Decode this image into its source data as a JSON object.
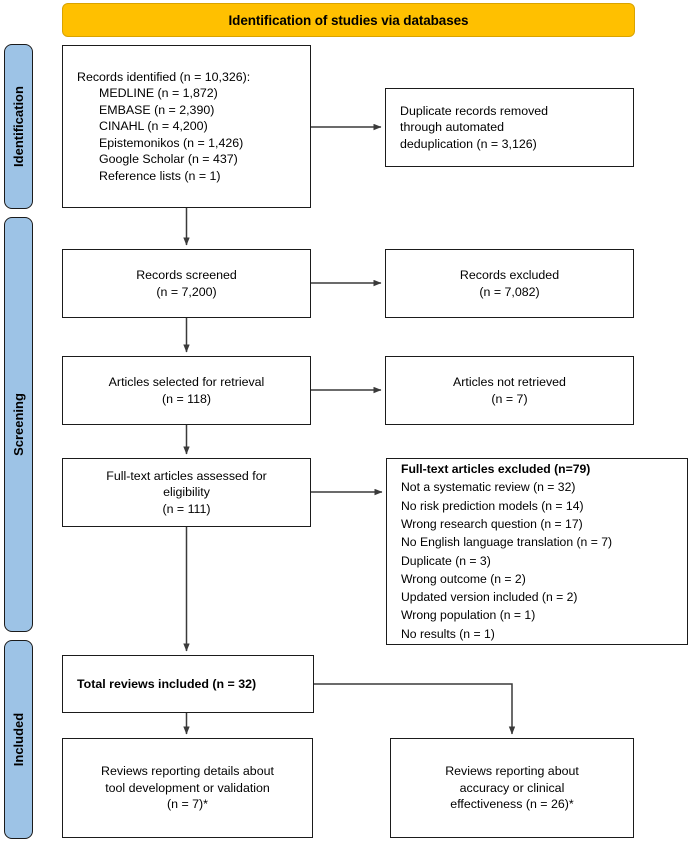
{
  "banner": {
    "title": "Identification of studies via databases",
    "color": "#FFC000"
  },
  "rails": {
    "color": "#9DC3E6",
    "items": [
      {
        "label": "Identification"
      },
      {
        "label": "Screening"
      },
      {
        "label": "Included"
      }
    ]
  },
  "boxes": {
    "identified": {
      "lines": [
        "Records identified (n = 10,326):",
        "MEDLINE (n = 1,872)",
        "EMBASE (n = 2,390)",
        "CINAHL (n = 4,200)",
        "Epistemonikos (n = 1,426)",
        "Google Scholar (n = 437)",
        "Reference lists (n = 1)"
      ]
    },
    "duplicates": {
      "lines": [
        "Duplicate records removed",
        "through automated",
        "deduplication (n = 3,126)"
      ]
    },
    "screened": {
      "lines": [
        "Records screened",
        "(n = 7,200)"
      ]
    },
    "records_excluded": {
      "lines": [
        "Records excluded",
        "(n = 7,082)"
      ]
    },
    "selected": {
      "lines": [
        "Articles selected for retrieval",
        "(n = 118)"
      ]
    },
    "not_retrieved": {
      "lines": [
        "Articles not retrieved",
        "(n = 7)"
      ]
    },
    "fulltext_assessed": {
      "lines": [
        "Full-text articles assessed for",
        "eligibility",
        "(n = 111)"
      ]
    },
    "fulltext_excluded": {
      "heading": "Full-text articles excluded (n=79)",
      "reasons": [
        "Not a systematic review (n = 32)",
        "No risk prediction models (n = 14)",
        "Wrong research question (n = 17)",
        "No English language translation (n = 7)",
        "Duplicate (n = 3)",
        "Wrong outcome (n = 2)",
        "Updated version included (n = 2)",
        "Wrong population (n = 1)",
        "No results (n = 1)"
      ]
    },
    "total_included": {
      "heading": "Total reviews included (n = 32)"
    },
    "tool_development": {
      "lines": [
        "Reviews reporting details about",
        "tool development or validation",
        "(n = 7)*"
      ]
    },
    "accuracy": {
      "lines": [
        "Reviews reporting about",
        "accuracy or clinical",
        "effectiveness (n = 26)*"
      ]
    }
  },
  "chart_data": {
    "type": "diagram",
    "title": "Identification of studies via databases",
    "stages": [
      "Identification",
      "Screening",
      "Included"
    ],
    "nodes": [
      {
        "id": "identified",
        "stage": "Identification",
        "label": "Records identified",
        "n": 10326,
        "breakdown": {
          "MEDLINE": 1872,
          "EMBASE": 2390,
          "CINAHL": 4200,
          "Epistemonikos": 1426,
          "Google Scholar": 437,
          "Reference lists": 1
        }
      },
      {
        "id": "duplicates_removed",
        "stage": "Identification",
        "label": "Duplicate records removed through automated deduplication",
        "n": 3126
      },
      {
        "id": "screened",
        "stage": "Screening",
        "label": "Records screened",
        "n": 7200
      },
      {
        "id": "records_excluded",
        "stage": "Screening",
        "label": "Records excluded",
        "n": 7082
      },
      {
        "id": "selected_for_retrieval",
        "stage": "Screening",
        "label": "Articles selected for retrieval",
        "n": 118
      },
      {
        "id": "not_retrieved",
        "stage": "Screening",
        "label": "Articles not retrieved",
        "n": 7
      },
      {
        "id": "fulltext_assessed",
        "stage": "Screening",
        "label": "Full-text articles assessed for eligibility",
        "n": 111
      },
      {
        "id": "fulltext_excluded",
        "stage": "Screening",
        "label": "Full-text articles excluded",
        "n": 79,
        "breakdown": {
          "Not a systematic review": 32,
          "No risk prediction models": 14,
          "Wrong research question": 17,
          "No English language translation": 7,
          "Duplicate": 3,
          "Wrong outcome": 2,
          "Updated version included": 2,
          "Wrong population": 1,
          "No results": 1
        }
      },
      {
        "id": "total_included",
        "stage": "Included",
        "label": "Total reviews included",
        "n": 32
      },
      {
        "id": "tool_development",
        "stage": "Included",
        "label": "Reviews reporting details about tool development or validation",
        "n": 7,
        "note": "*"
      },
      {
        "id": "accuracy",
        "stage": "Included",
        "label": "Reviews reporting about accuracy or clinical effectiveness",
        "n": 26,
        "note": "*"
      }
    ],
    "edges": [
      {
        "from": "identified",
        "to": "duplicates_removed"
      },
      {
        "from": "identified",
        "to": "screened"
      },
      {
        "from": "screened",
        "to": "records_excluded"
      },
      {
        "from": "screened",
        "to": "selected_for_retrieval"
      },
      {
        "from": "selected_for_retrieval",
        "to": "not_retrieved"
      },
      {
        "from": "selected_for_retrieval",
        "to": "fulltext_assessed"
      },
      {
        "from": "fulltext_assessed",
        "to": "fulltext_excluded"
      },
      {
        "from": "fulltext_assessed",
        "to": "total_included"
      },
      {
        "from": "total_included",
        "to": "tool_development"
      },
      {
        "from": "total_included",
        "to": "accuracy"
      }
    ]
  }
}
